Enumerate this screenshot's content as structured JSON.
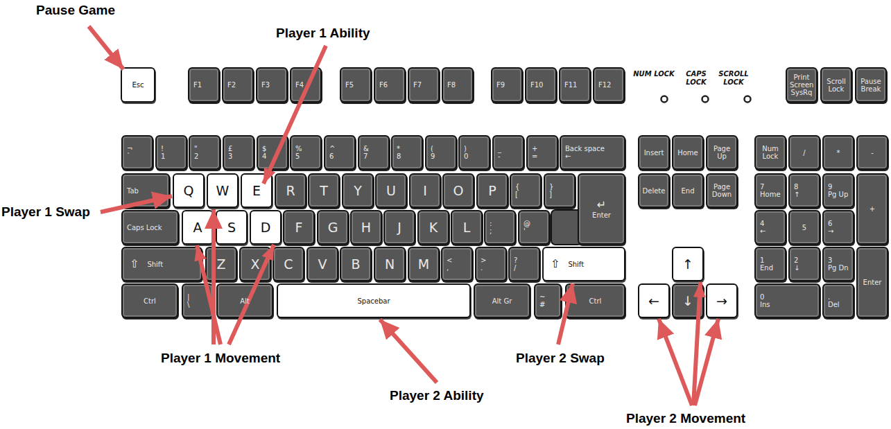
{
  "diagram": {
    "nodes": [
      {
        "text": [
          "Esc"
        ]
      },
      {
        "text": [
          "F1"
        ]
      },
      {
        "text": [
          "F2"
        ]
      },
      {
        "text": [
          "F3"
        ]
      },
      {
        "text": [
          "F4"
        ]
      },
      {
        "text": [
          "F5"
        ]
      },
      {
        "text": [
          "F6"
        ]
      },
      {
        "text": [
          "F7"
        ]
      },
      {
        "text": [
          "F8"
        ]
      },
      {
        "text": [
          "F9"
        ]
      },
      {
        "text": [
          "F10"
        ]
      },
      {
        "text": [
          "F11"
        ]
      },
      {
        "text": [
          "F12"
        ]
      },
      {
        "text": [
          "Print Screen SysRq"
        ]
      },
      {
        "text": [
          "Scroll Lock"
        ]
      },
      {
        "text": [
          "Pause Break"
        ]
      },
      {
        "text": [
          "¬",
          "`"
        ]
      },
      {
        "text": [
          "!",
          "1"
        ]
      },
      {
        "text": [
          "\"",
          "2"
        ]
      },
      {
        "text": [
          "£",
          "3"
        ]
      },
      {
        "text": [
          "$",
          "4"
        ]
      },
      {
        "text": [
          "%",
          "5"
        ]
      },
      {
        "text": [
          "^",
          "6"
        ]
      },
      {
        "text": [
          "&",
          "7"
        ]
      },
      {
        "text": [
          "*",
          "8"
        ]
      },
      {
        "text": [
          "(",
          "9"
        ]
      },
      {
        "text": [
          ")",
          "0"
        ]
      },
      {
        "text": [
          "_",
          "-"
        ]
      },
      {
        "text": [
          "+",
          "="
        ]
      },
      {
        "text": [
          "Back space",
          "←"
        ]
      },
      {
        "text": [
          "Insert"
        ]
      },
      {
        "text": [
          "Home"
        ]
      },
      {
        "text": [
          "Page Up"
        ]
      },
      {
        "text": [
          "Num Lock"
        ]
      },
      {
        "text": [
          "/"
        ]
      },
      {
        "text": [
          "*"
        ]
      },
      {
        "text": [
          "-"
        ]
      },
      {
        "text": [
          "Tab"
        ]
      },
      {
        "text": [
          "Q"
        ]
      },
      {
        "text": [
          "W"
        ]
      },
      {
        "text": [
          "E"
        ]
      },
      {
        "text": [
          "R"
        ]
      },
      {
        "text": [
          "T"
        ]
      },
      {
        "text": [
          "Y"
        ]
      },
      {
        "text": [
          "U"
        ]
      },
      {
        "text": [
          "I"
        ]
      },
      {
        "text": [
          "O"
        ]
      },
      {
        "text": [
          "P"
        ]
      },
      {
        "text": [
          "{",
          "["
        ]
      },
      {
        "text": [
          "}",
          "]"
        ]
      },
      {
        "text": [
          "↵",
          "Enter"
        ]
      },
      {
        "text": [
          "Delete"
        ]
      },
      {
        "text": [
          "End"
        ]
      },
      {
        "text": [
          "Page Down"
        ]
      },
      {
        "text": [
          "7",
          "Home"
        ]
      },
      {
        "text": [
          "8",
          "↑"
        ]
      },
      {
        "text": [
          "9",
          "Pg Up"
        ]
      },
      {
        "text": [
          "+"
        ]
      },
      {
        "text": [
          "Caps Lock"
        ]
      },
      {
        "text": [
          "A"
        ]
      },
      {
        "text": [
          "S"
        ]
      },
      {
        "text": [
          "D"
        ]
      },
      {
        "text": [
          "F"
        ]
      },
      {
        "text": [
          "G"
        ]
      },
      {
        "text": [
          "H"
        ]
      },
      {
        "text": [
          "J"
        ]
      },
      {
        "text": [
          "K"
        ]
      },
      {
        "text": [
          "L"
        ]
      },
      {
        "text": [
          ":",
          ";"
        ]
      },
      {
        "text": [
          "@",
          "'"
        ]
      },
      {
        "text": [
          "4",
          "←"
        ]
      },
      {
        "text": [
          "5"
        ]
      },
      {
        "text": [
          "6",
          "→"
        ]
      },
      {
        "text": [
          "⇧",
          "Shift"
        ]
      },
      {
        "text": [
          "Z"
        ]
      },
      {
        "text": [
          "X"
        ]
      },
      {
        "text": [
          "C"
        ]
      },
      {
        "text": [
          "V"
        ]
      },
      {
        "text": [
          "B"
        ]
      },
      {
        "text": [
          "N"
        ]
      },
      {
        "text": [
          "M"
        ]
      },
      {
        "text": [
          "<",
          ","
        ]
      },
      {
        "text": [
          ">",
          "."
        ]
      },
      {
        "text": [
          "?",
          "/"
        ]
      },
      {
        "text": [
          "⇧",
          "Shift"
        ]
      },
      {
        "text": [
          "↑"
        ]
      },
      {
        "text": [
          "1",
          "End"
        ]
      },
      {
        "text": [
          "2",
          "↓"
        ]
      },
      {
        "text": [
          "3",
          "Pg Dn"
        ]
      },
      {
        "text": [
          "Enter"
        ]
      },
      {
        "text": [
          "Ctrl"
        ]
      },
      {
        "text": [
          "|",
          "\\"
        ]
      },
      {
        "text": [
          "Alt"
        ]
      },
      {
        "text": [
          "Spacebar"
        ]
      },
      {
        "text": [
          "Alt Gr"
        ]
      },
      {
        "text": [
          "~",
          "#"
        ]
      },
      {
        "text": [
          "Ctrl"
        ]
      },
      {
        "text": [
          "←"
        ]
      },
      {
        "text": [
          "↓"
        ]
      },
      {
        "text": [
          "→"
        ]
      },
      {
        "text": [
          "0",
          "Ins"
        ]
      },
      {
        "text": [
          ".",
          "Del"
        ]
      }
    ],
    "labels": [
      "Pause Game",
      "Player 1 Ability",
      "Player 1 Swap",
      "Player 1 Movement",
      "Player 2 Ability",
      "Player 2 Swap",
      "Player 2 Movement",
      "NUM LOCK",
      "CAPS LOCK",
      "SCROLL LOCK"
    ]
  }
}
